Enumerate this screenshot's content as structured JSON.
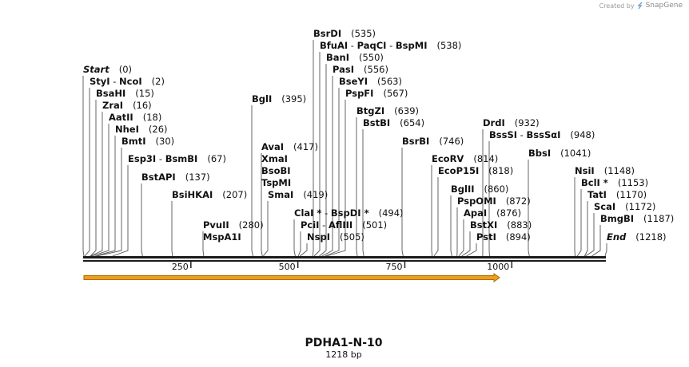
{
  "credit": {
    "prefix": "Created by",
    "brand": "SnapGene"
  },
  "map": {
    "name": "PDHA1-N-10",
    "length_label": "1218 bp",
    "length": 1218,
    "ticks": [
      "250",
      "500",
      "750",
      "1000"
    ],
    "colors": {
      "backbone": "#1a1a1a",
      "feature_fill": "#e8a020",
      "feature_stroke": "#b36b00",
      "line": "#222222"
    }
  },
  "sites": [
    {
      "parts": [
        "Start"
      ],
      "pos": "(0)",
      "italic": true
    },
    {
      "parts": [
        "StyI",
        "NcoI"
      ],
      "pos": "(2)"
    },
    {
      "parts": [
        "BsaHI"
      ],
      "pos": "(15)"
    },
    {
      "parts": [
        "ZraI"
      ],
      "pos": "(16)"
    },
    {
      "parts": [
        "AatII"
      ],
      "pos": "(18)"
    },
    {
      "parts": [
        "NheI"
      ],
      "pos": "(26)"
    },
    {
      "parts": [
        "BmtI"
      ],
      "pos": "(30)"
    },
    {
      "parts": [
        "Esp3I",
        "BsmBI"
      ],
      "pos": "(67)"
    },
    {
      "parts": [
        "BstAPI"
      ],
      "pos": "(137)"
    },
    {
      "parts": [
        "BsiHKAI"
      ],
      "pos": "(207)"
    },
    {
      "parts": [
        "PvuII"
      ],
      "pos": "(280)"
    },
    {
      "parts": [
        "MspA1I"
      ],
      "pos": ""
    },
    {
      "parts": [
        "BglI"
      ],
      "pos": "(395)"
    },
    {
      "parts": [
        "AvaI"
      ],
      "pos": "(417)"
    },
    {
      "parts": [
        "XmaI"
      ],
      "pos": ""
    },
    {
      "parts": [
        "BsoBI"
      ],
      "pos": ""
    },
    {
      "parts": [
        "TspMI"
      ],
      "pos": ""
    },
    {
      "parts": [
        "SmaI"
      ],
      "pos": "(419)"
    },
    {
      "parts": [
        "ClaI *",
        "BspDI *"
      ],
      "pos": "(494)"
    },
    {
      "parts": [
        "PciI",
        "AflIII"
      ],
      "pos": "(501)"
    },
    {
      "parts": [
        "NspI"
      ],
      "pos": "(505)"
    },
    {
      "parts": [
        "BsrDI"
      ],
      "pos": "(535)"
    },
    {
      "parts": [
        "BfuAI",
        "PaqCI",
        "BspMI"
      ],
      "pos": "(538)"
    },
    {
      "parts": [
        "BanI"
      ],
      "pos": "(550)"
    },
    {
      "parts": [
        "PasI"
      ],
      "pos": "(556)"
    },
    {
      "parts": [
        "BseYI"
      ],
      "pos": "(563)"
    },
    {
      "parts": [
        "PspFI"
      ],
      "pos": "(567)"
    },
    {
      "parts": [
        "BtgZI"
      ],
      "pos": "(639)"
    },
    {
      "parts": [
        "BstBI"
      ],
      "pos": "(654)"
    },
    {
      "parts": [
        "BsrBI"
      ],
      "pos": "(746)"
    },
    {
      "parts": [
        "EcoRV"
      ],
      "pos": "(814)"
    },
    {
      "parts": [
        "EcoP15I"
      ],
      "pos": "(818)"
    },
    {
      "parts": [
        "BglII"
      ],
      "pos": "(860)"
    },
    {
      "parts": [
        "PspOMI"
      ],
      "pos": "(872)"
    },
    {
      "parts": [
        "ApaI"
      ],
      "pos": "(876)"
    },
    {
      "parts": [
        "BstXI"
      ],
      "pos": "(883)"
    },
    {
      "parts": [
        "PstI"
      ],
      "pos": "(894)"
    },
    {
      "parts": [
        "DrdI"
      ],
      "pos": "(932)"
    },
    {
      "parts": [
        "BssSI",
        "BssSαI"
      ],
      "pos": "(948)"
    },
    {
      "parts": [
        "BbsI"
      ],
      "pos": "(1041)"
    },
    {
      "parts": [
        "NsiI"
      ],
      "pos": "(1148)"
    },
    {
      "parts": [
        "BclI *"
      ],
      "pos": "(1153)"
    },
    {
      "parts": [
        "TatI"
      ],
      "pos": "(1170)"
    },
    {
      "parts": [
        "ScaI"
      ],
      "pos": "(1172)"
    },
    {
      "parts": [
        "BmgBI"
      ],
      "pos": "(1187)"
    },
    {
      "parts": [
        "End"
      ],
      "pos": "(1218)",
      "italic": true
    }
  ]
}
